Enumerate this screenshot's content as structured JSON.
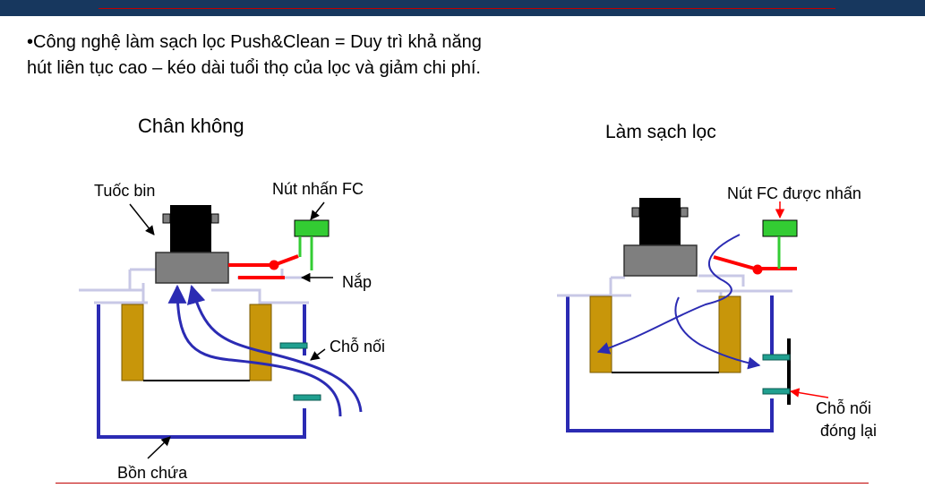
{
  "intro": {
    "line1": "•Công nghệ làm sạch lọc Push&Clean = Duy trì khả năng",
    "line2": "hút liên tục cao – kéo dài tuổi thọ của lọc và giảm chi phí."
  },
  "left_diagram": {
    "title": "Chân không",
    "turbine_label": "Tuốc bin",
    "fc_button_label": "Nút nhấn FC",
    "lid_label": "Nắp",
    "connector_label": "Chỗ nối",
    "tank_label": "Bồn chứa"
  },
  "right_diagram": {
    "title": "Làm sạch lọc",
    "fc_pressed_label": "Nút FC được nhấn",
    "connector_closed_label_1": "Chỗ nối",
    "connector_closed_label_2": "đóng lại"
  },
  "colors": {
    "header_bar": "#17375e",
    "rule_line": "#c00000",
    "tank_outline": "#2b2bb3",
    "filter": "#c8960a",
    "turbine_body": "#7f7f7f",
    "fc_button": "#33cc33",
    "lever": "#ff0000",
    "connector": "#20a090",
    "lid": "#c8c8e6"
  }
}
